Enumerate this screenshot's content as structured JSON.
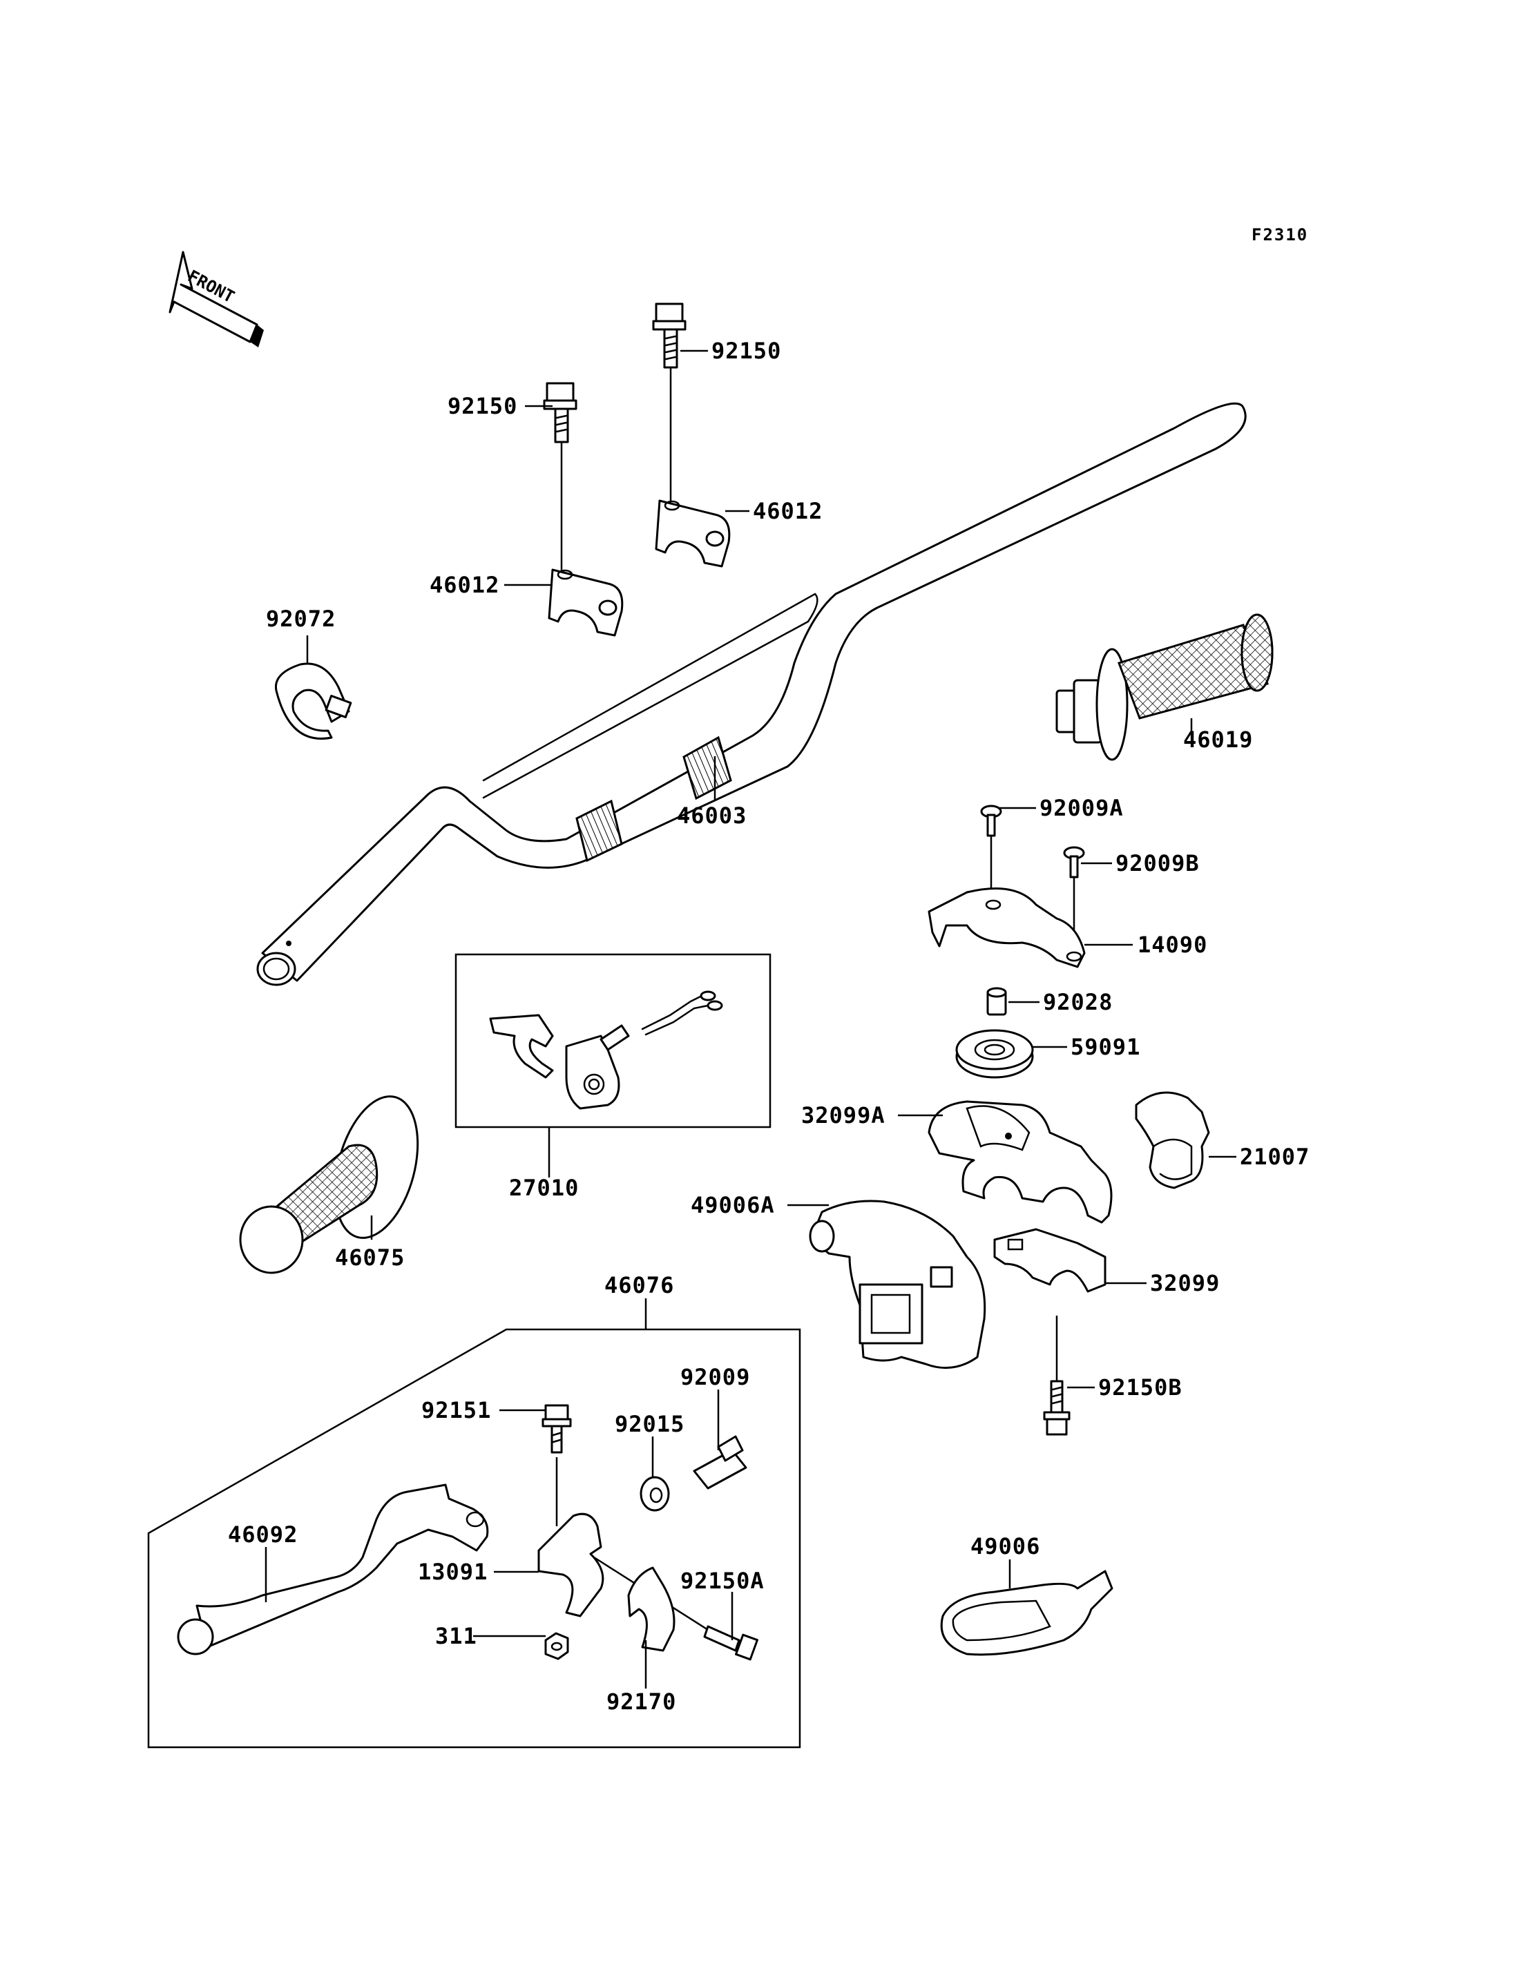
{
  "diagram_code": "F2310",
  "front_label": "FRONT",
  "labels": {
    "bolt_92150_left": "92150",
    "bolt_92150_right": "92150",
    "clamp_46012_left": "46012",
    "clamp_46012_right": "46012",
    "band_92072": "92072",
    "handlebar_46003": "46003",
    "grip_46019": "46019",
    "screw_92009a": "92009A",
    "screw_92009b": "92009B",
    "plate_14090": "14090",
    "collar_92028": "92028",
    "pulley_59091": "59091",
    "case_32099a": "32099A",
    "cover_21007": "21007",
    "switch_27010": "27010",
    "grip_46075": "46075",
    "throttle_49006a": "49006A",
    "case_32099": "32099",
    "bolt_92150b": "92150B",
    "lever_assy_46076": "46076",
    "bolt_92151": "92151",
    "screw_92009": "92009",
    "nut_92015": "92015",
    "lever_46092": "46092",
    "holder_13091": "13091",
    "bolt_92150a": "92150A",
    "nut_311": "311",
    "clamp_92170": "92170",
    "cap_49006": "49006"
  }
}
